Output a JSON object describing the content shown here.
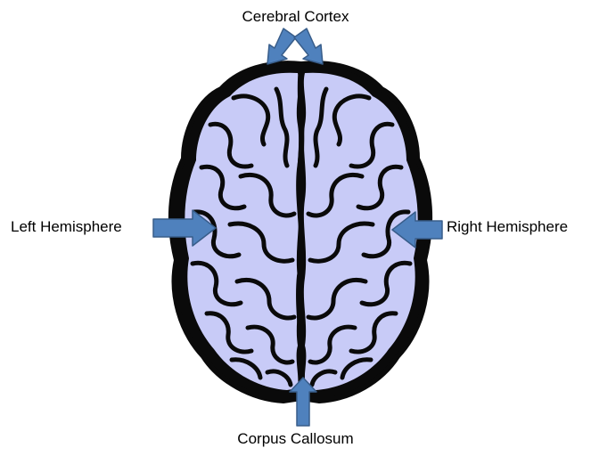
{
  "labels": {
    "top": "Cerebral Cortex",
    "left": "Left Hemisphere",
    "right": "Right Hemisphere",
    "bottom": "Corpus Callosum"
  },
  "colors": {
    "brain_fill": "#c8cbf7",
    "outline": "#0a0a0a",
    "arrow_fill": "#4f81bd",
    "arrow_stroke": "#385d8a"
  }
}
